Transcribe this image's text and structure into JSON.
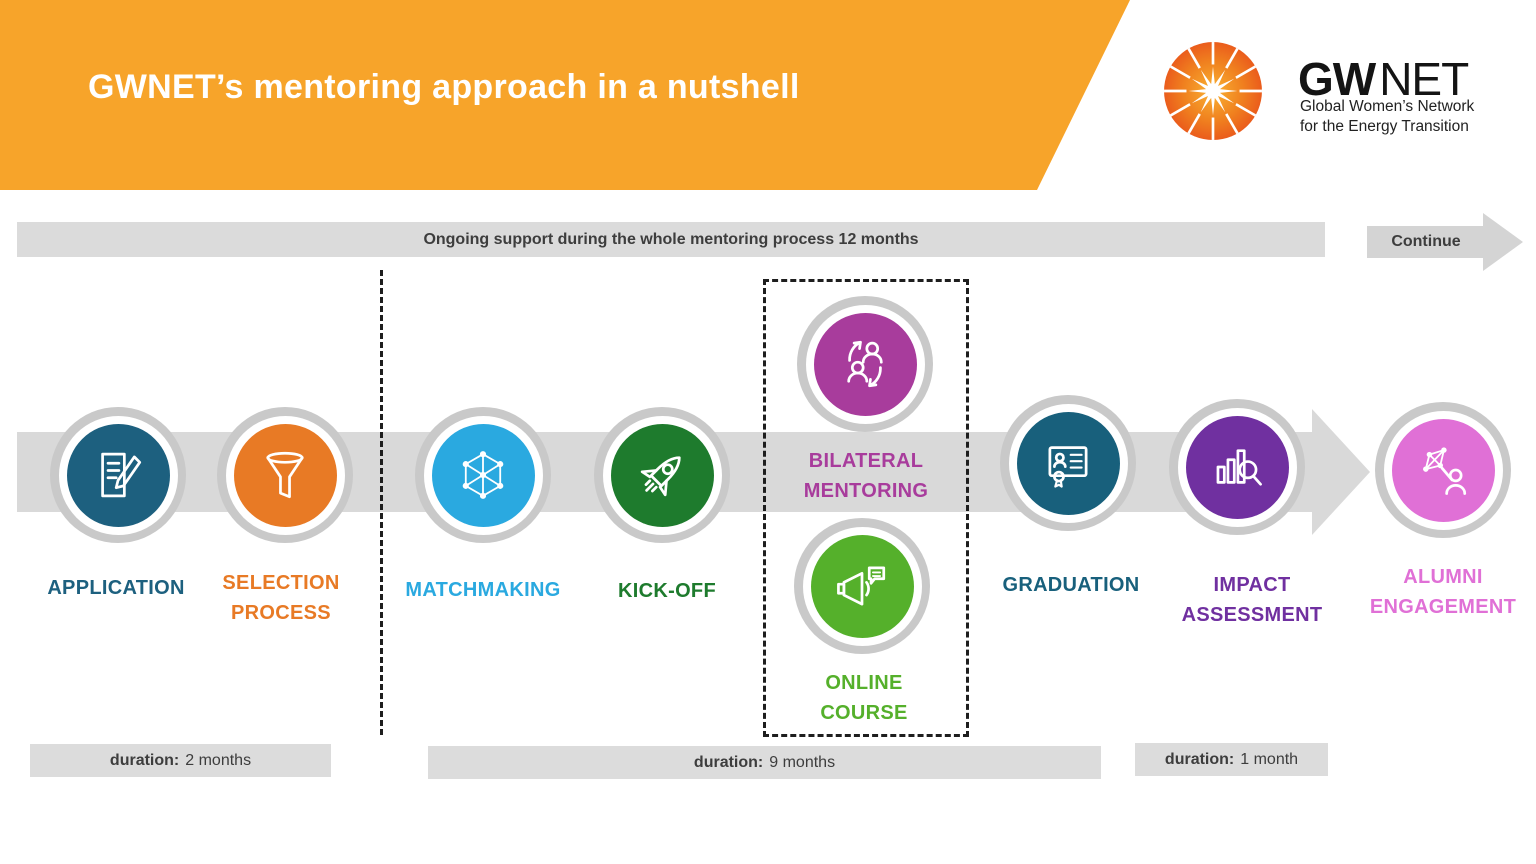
{
  "header": {
    "title": "GWNET’s mentoring approach in a nutshell",
    "banner_color": "#F7A42A"
  },
  "logo": {
    "brand_bold": "GW",
    "brand_light": "NET",
    "tagline_line1": "Global Women’s Network",
    "tagline_line2": "for the Energy Transition"
  },
  "support_bar": {
    "text": "Ongoing support during the whole mentoring process 12 months"
  },
  "continue_button": {
    "label": "Continue"
  },
  "stages": [
    {
      "id": "application",
      "label_lines": [
        "APPLICATION"
      ],
      "color": "#1D607F",
      "icon": "document-pencil-icon"
    },
    {
      "id": "selection-process",
      "label_lines": [
        "SELECTION",
        "PROCESS"
      ],
      "color": "#E87A25",
      "icon": "funnel-icon"
    },
    {
      "id": "matchmaking",
      "label_lines": [
        "MATCHMAKING"
      ],
      "color": "#2AA9E0",
      "icon": "network-icon"
    },
    {
      "id": "kick-off",
      "label_lines": [
        "KICK-OFF"
      ],
      "color": "#1E7B2D",
      "icon": "rocket-icon"
    },
    {
      "id": "bilateral-mentoring",
      "label_lines": [
        "BILATERAL",
        "MENTORING"
      ],
      "color": "#A83C9C",
      "icon": "mentoring-people-icon"
    },
    {
      "id": "online-course",
      "label_lines": [
        "ONLINE",
        "COURSE"
      ],
      "color": "#55B02B",
      "icon": "megaphone-icon"
    },
    {
      "id": "graduation",
      "label_lines": [
        "GRADUATION"
      ],
      "color": "#18607C",
      "icon": "certificate-icon"
    },
    {
      "id": "impact-assessment",
      "label_lines": [
        "IMPACT",
        "ASSESSMENT"
      ],
      "color": "#7030A0",
      "icon": "chart-magnifier-icon"
    },
    {
      "id": "alumni-engagement",
      "label_lines": [
        "ALUMNI",
        "ENGAGEMENT"
      ],
      "color": "#E070D6",
      "icon": "alumni-network-icon"
    }
  ],
  "durations": [
    {
      "label": "duration:",
      "value": "2 months"
    },
    {
      "label": "duration:",
      "value": "9 months"
    },
    {
      "label": "duration:",
      "value": "1 month"
    }
  ]
}
